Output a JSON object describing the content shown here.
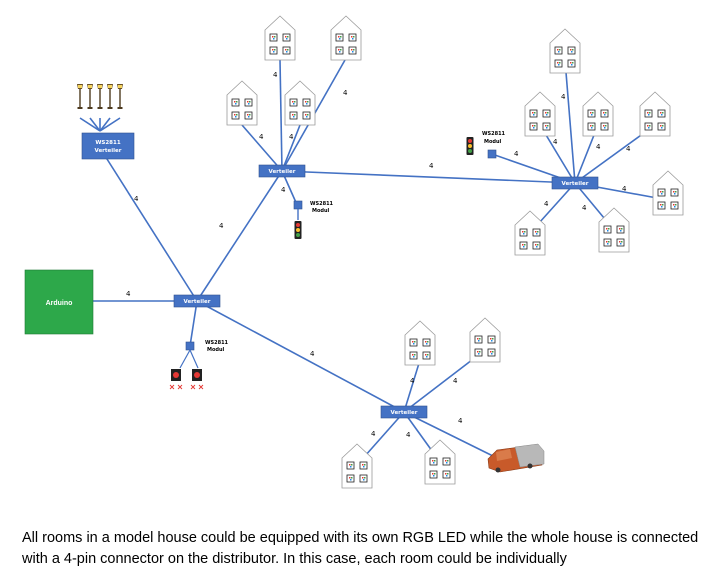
{
  "arduino": {
    "label": "Arduino",
    "color": "#2da84a"
  },
  "distributor": {
    "label": "Verteiler",
    "color": "#4472c4"
  },
  "ws2811_distributor": {
    "line1": "WS2811",
    "line2": "Verteiler"
  },
  "ws2811_module": {
    "line1": "WS2811",
    "line2": "Modul"
  },
  "wire_label": "4",
  "caption": "All rooms in a model house could be equipped with its own RGB LED while the whole house is connected with a 4-pin connector on the distributor. In this case, each room could be individually"
}
